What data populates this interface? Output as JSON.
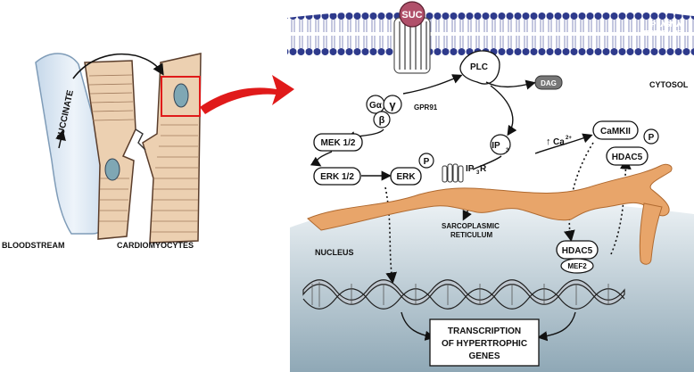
{
  "labels": {
    "succinate": "SUCCINATE",
    "bloodstream": "BLOODSTREAM",
    "cardiomyocytes": "CARDIOMYOCYTES",
    "suc": "SUC",
    "plasma_membrane_1": "PLASMA",
    "plasma_membrane_2": "MEMBRANE",
    "cytosol": "CYTOSOL",
    "gpr91": "GPR91",
    "galpha": "Gα",
    "gamma": "γ",
    "beta": "β",
    "plc": "PLC",
    "dag": "DAG",
    "mek": "MEK 1/2",
    "erk12": "ERK 1/2",
    "erk": "ERK",
    "p": "P",
    "ip3": "IP",
    "ip3_sub": "3",
    "ip3r": "IP",
    "ip3r_sub": "3",
    "ip3r_suffix": "R",
    "ca": "Ca",
    "ca_sup": "2+",
    "camkii": "CaMKII",
    "hdac5": "HDAC5",
    "mef2": "MEF2",
    "sarco_1": "SARCOPLASMIC",
    "sarco_2": "RETICULUM",
    "nucleus": "NUCLEUS",
    "transcription_1": "TRANSCRIPTION",
    "transcription_2": "OF HYPERTROPHIC",
    "transcription_3": "GENES"
  },
  "colors": {
    "membrane_head": "#2e3a8c",
    "suc": "#b0506a",
    "muscle": "#e9c9a6",
    "vessel": "#d6e4f2",
    "er": "#e8a56a",
    "nucleus_top": "#d9e3ea",
    "nucleus_bottom": "#8ea6b4",
    "arrow_red": "#e01a1a"
  }
}
